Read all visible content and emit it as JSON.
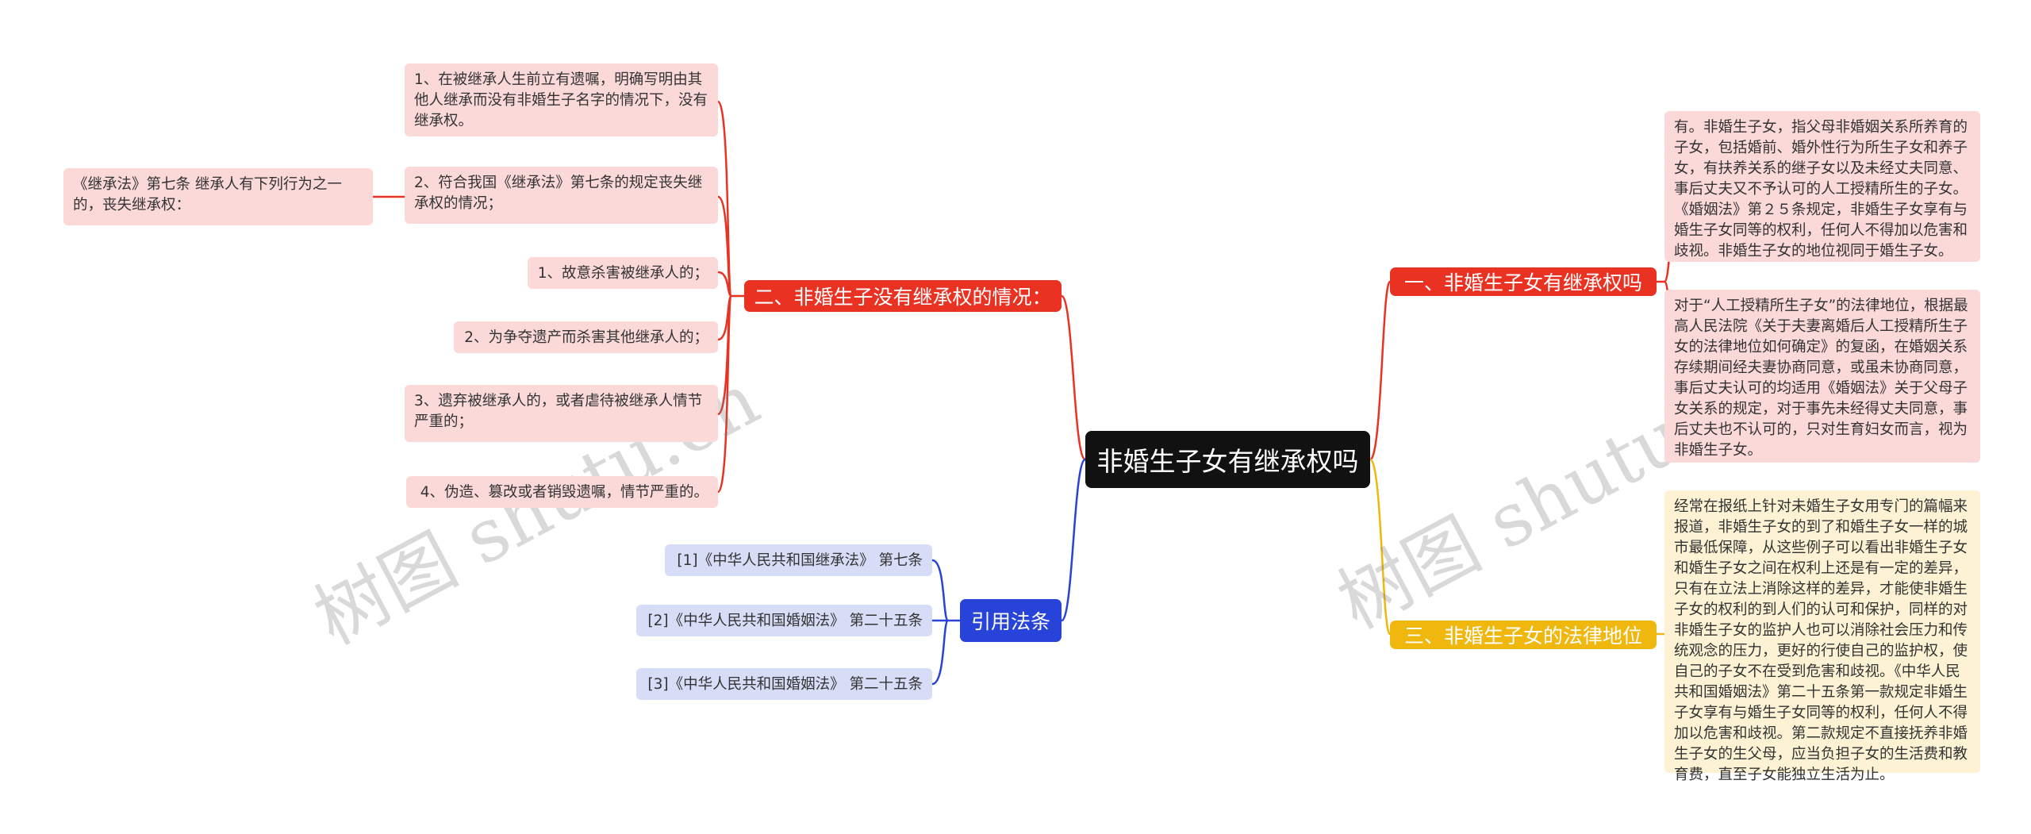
{
  "root": {
    "title": "非婚生子女有继承权吗"
  },
  "branches": {
    "b1": {
      "label": "一、非婚生子女有继承权吗"
    },
    "b2": {
      "label": "二、非婚生子没有继承权的情况："
    },
    "b3": {
      "label": "三、非婚生子女的法律地位"
    },
    "b4": {
      "label": "引用法条"
    }
  },
  "b1_leaves": [
    "有。非婚生子女，指父母非婚姻关系所养育的子女，包括婚前、婚外性行为所生子女和养子女，有扶养关系的继子女以及未经丈夫同意、事后丈夫又不予认可的人工授精所生的子女。《婚姻法》第２５条规定，非婚生子女享有与婚生子女同等的权利，任何人不得加以危害和歧视。非婚生子女的地位视同于婚生子女。",
    "对于“人工授精所生子女”的法律地位，根据最高人民法院《关于夫妻离婚后人工授精所生子女的法律地位如何确定》的复函，在婚姻关系存续期间经夫妻协商同意，或虽未协商同意，事后丈夫认可的均适用《婚姻法》关于父母子女关系的规定，对于事先未经得丈夫同意，事后丈夫也不认可的，只对生育妇女而言，视为非婚生子女。"
  ],
  "b2_leaves": [
    "1、在被继承人生前立有遗嘱，明确写明由其他人继承而没有非婚生子名字的情况下，没有继承权。",
    "2、符合我国《继承法》第七条的规定丧失继承权的情况；",
    "1、故意杀害被继承人的；",
    "2、为争夺遗产而杀害其他继承人的；",
    "3、遗弃被继承人的，或者虐待被继承人情节严重的；",
    "4、伪造、篡改或者销毁遗嘱，情节严重的。"
  ],
  "b2_sub": "《继承法》第七条 继承人有下列行为之一的，丧失继承权：",
  "b3_leaves": [
    "经常在报纸上针对未婚生子女用专门的篇幅来报道，非婚生子女的到了和婚生子女一样的城市最低保障，从这些例子可以看出非婚生子女和婚生子女之间在权利上还是有一定的差异，只有在立法上消除这样的差异，才能使非婚生子女的权利的到人们的认可和保护，同样的对非婚生子女的监护人也可以消除社会压力和传统观念的压力，更好的行使自己的监护权，使自己的子女不在受到危害和歧视。《中华人民共和国婚姻法》第二十五条第一款规定非婚生子女享有与婚生子女同等的权利，任何人不得加以危害和歧视。第二款规定不直接抚养非婚生子女的生父母，应当负担子女的生活费和教育费，直至子女能独立生活为止。"
  ],
  "b4_leaves": [
    "[1]《中华人民共和国继承法》 第七条",
    "[2]《中华人民共和国婚姻法》 第二十五条",
    "[3]《中华人民共和国婚姻法》 第二十五条"
  ],
  "watermarks": [
    "树图 shutu.cn",
    "树图 shutu.cn"
  ],
  "colors": {
    "root": "#111111",
    "red": "#ea3223",
    "yellow": "#f0b70e",
    "blue": "#2743d9",
    "pink_leaf": "#fbd9d9",
    "cream_leaf": "#fdf3d4",
    "lavender_leaf": "#d7dcf7"
  }
}
